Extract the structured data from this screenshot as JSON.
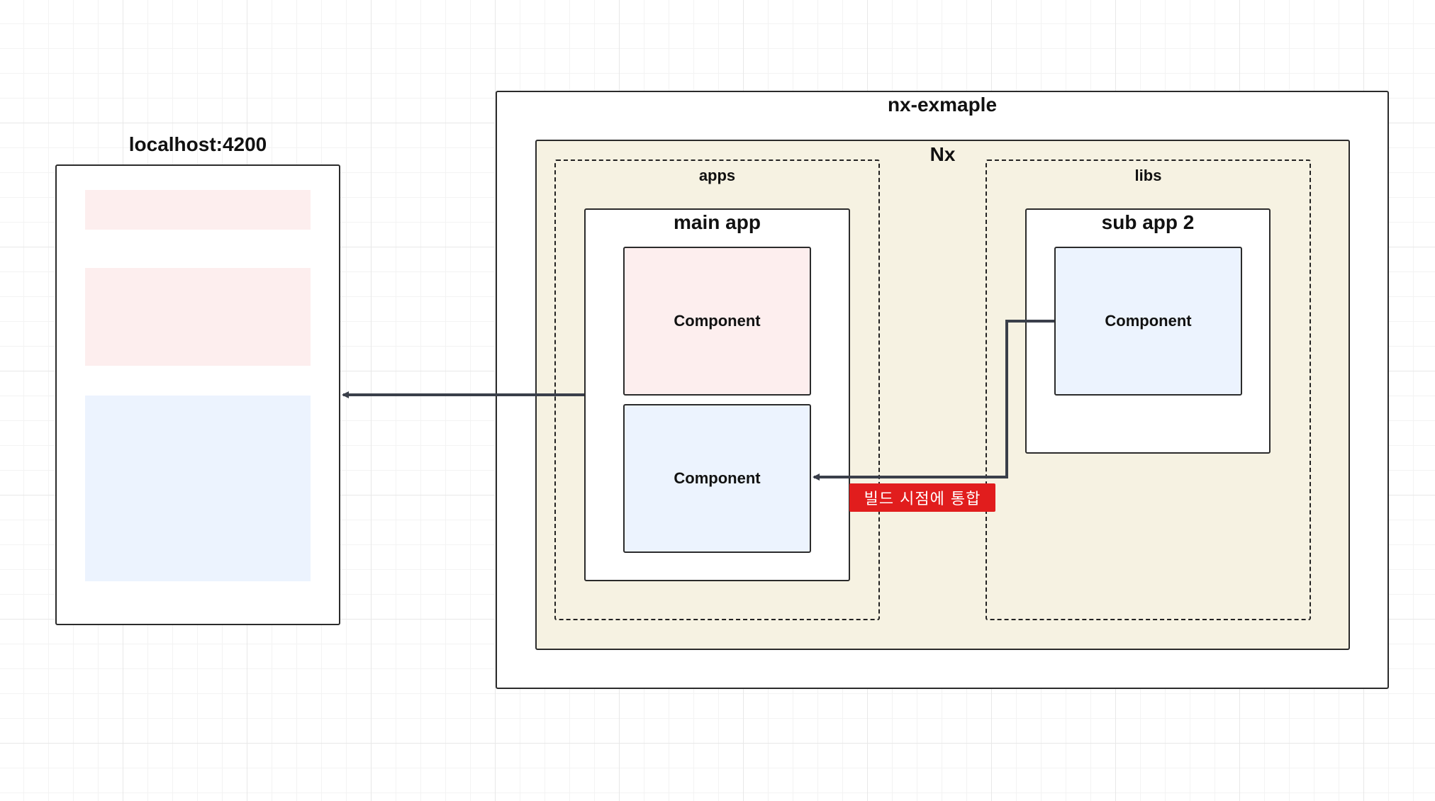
{
  "browser": {
    "title": "localhost:4200",
    "blocks": [
      {
        "color": "#fdeeee"
      },
      {
        "color": "#fdeeee"
      },
      {
        "color": "#ecf3fe"
      }
    ]
  },
  "repo": {
    "title": "nx-exmaple"
  },
  "nx": {
    "title": "Nx"
  },
  "apps": {
    "title": "apps",
    "main_app": {
      "title": "main app",
      "components": [
        {
          "label": "Component",
          "color": "#fdeeee"
        },
        {
          "label": "Component",
          "color": "#ecf3fe"
        }
      ]
    }
  },
  "libs": {
    "title": "libs",
    "sub_app": {
      "title": "sub app 2",
      "components": [
        {
          "label": "Component",
          "color": "#ecf3fe"
        }
      ]
    }
  },
  "connector": {
    "label": "빌드 시점에 통합",
    "label_color": "#e11d1d"
  },
  "colors": {
    "nx_fill": "#f6f2e2",
    "line": "#3a3f4a"
  }
}
